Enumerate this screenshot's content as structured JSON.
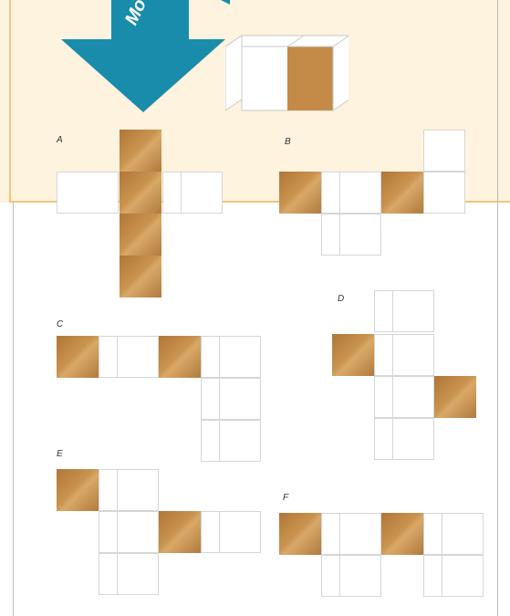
{
  "arrow_text": "Mo",
  "labels": {
    "A": "A",
    "B": "B",
    "C": "C",
    "D": "D",
    "E": "E",
    "F": "F"
  },
  "colors": {
    "face_brown": "#c48a48",
    "arrow_teal": "#1a8cab",
    "banner": "#fdf3de",
    "grid_line": "#d6d6d6"
  }
}
